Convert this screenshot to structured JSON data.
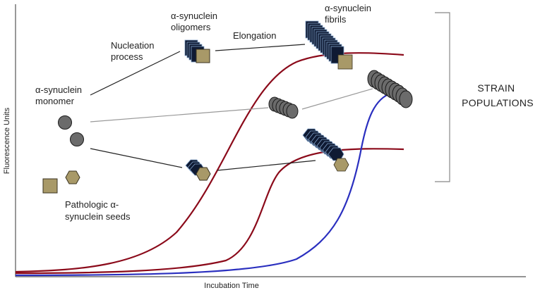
{
  "axes": {
    "x_label": "Incubation Time",
    "y_label": "Fluorescence Units"
  },
  "labels": {
    "monomer": [
      "α-synuclein",
      "monomer"
    ],
    "nucleation": [
      "Nucleation",
      "process"
    ],
    "oligomers": [
      "α-synuclein",
      "oligomers"
    ],
    "elongation": "Elongation",
    "fibrils": [
      "α-synuclein",
      "fibrils"
    ],
    "seeds": [
      "Pathologic α-",
      "synuclein seeds"
    ],
    "strain": [
      "STRAIN",
      "POPULATIONS"
    ]
  },
  "colors": {
    "curve_dark_red": "#8b0a1a",
    "curve_blue": "#2a2fbf",
    "monomer_gray": "#6b6b6b",
    "seed_olive": "#a89968",
    "fibril_navy": "#0f1a33"
  }
}
